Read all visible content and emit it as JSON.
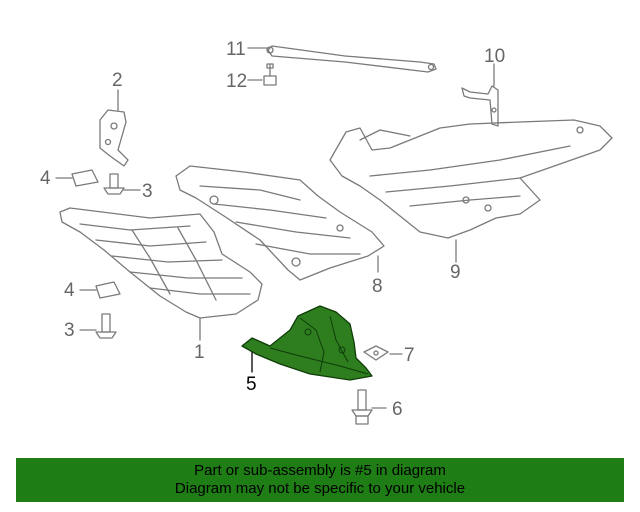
{
  "callouts": {
    "c1": "1",
    "c2": "2",
    "c3a": "3",
    "c3b": "3",
    "c4a": "4",
    "c4b": "4",
    "c5": "5",
    "c6": "6",
    "c7": "7",
    "c8": "8",
    "c9": "9",
    "c10": "10",
    "c11": "11",
    "c12": "12"
  },
  "footer": {
    "line1": "Part or sub-assembly is #5 in diagram",
    "line2": "Diagram may not be specific to your vehicle"
  },
  "colors": {
    "line_art": "#7a7a7a",
    "highlight_part": "#2e7d1f",
    "footer_bg": "#1e7d15"
  }
}
